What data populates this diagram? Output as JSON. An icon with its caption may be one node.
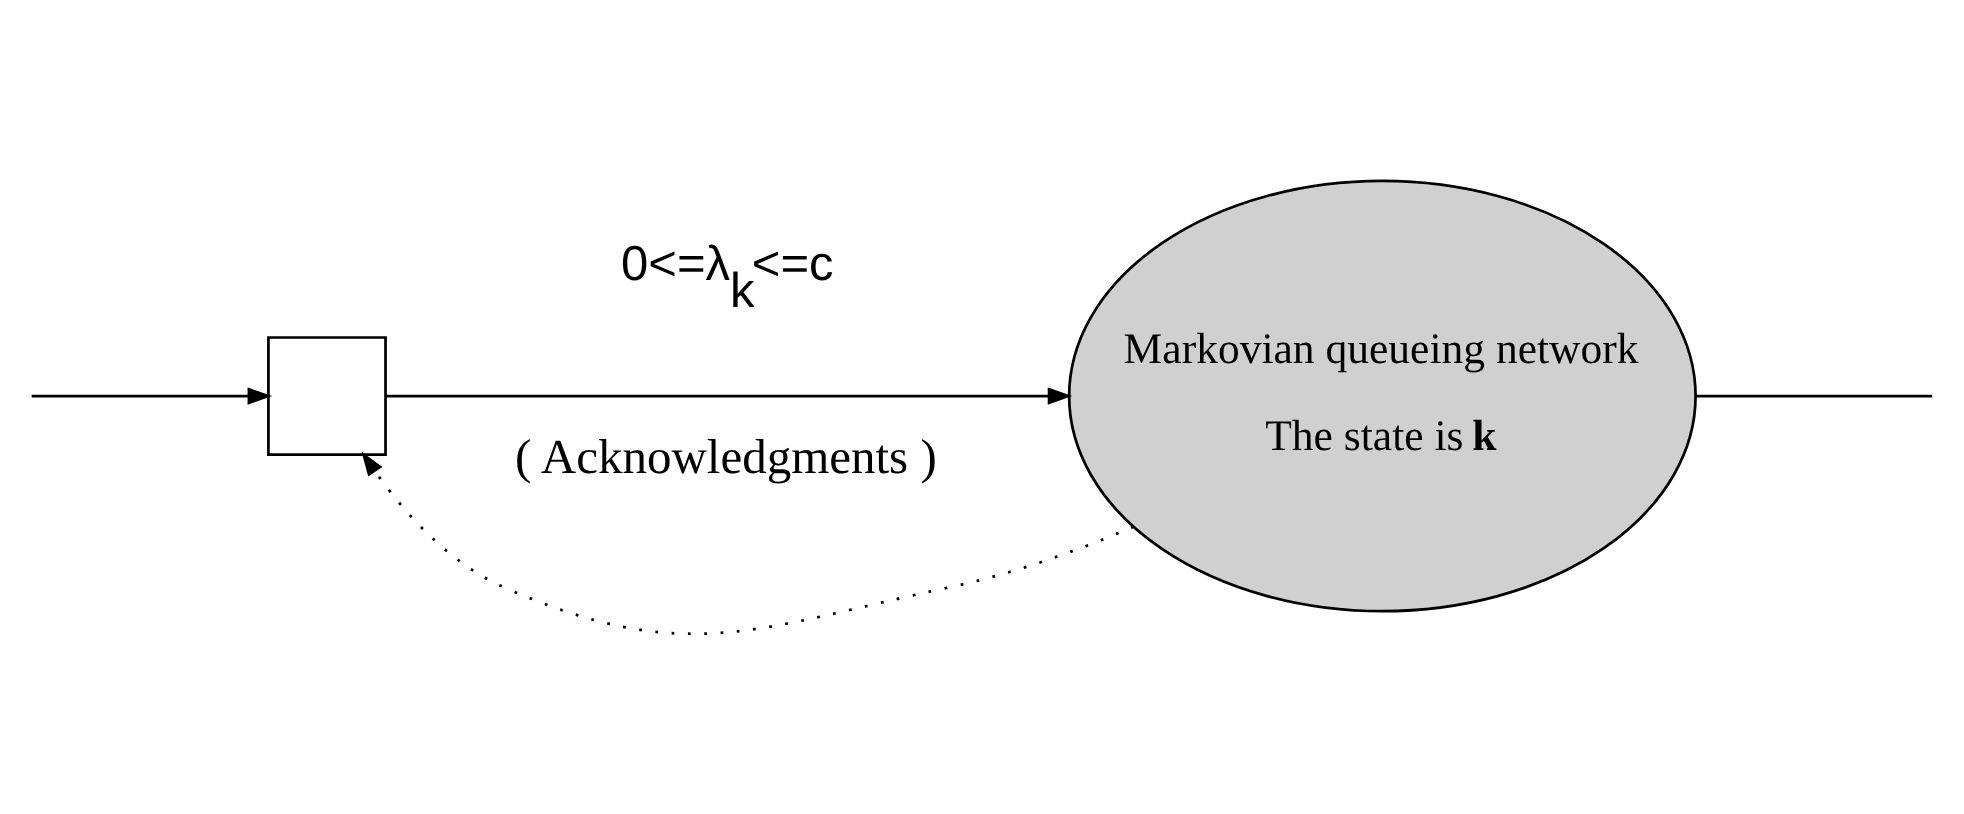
{
  "diagram": {
    "nodes": [
      {
        "text": [],
        "shape": "box"
      },
      {
        "text": [
          "Markovian queueing network",
          "The state is **k**"
        ]
      }
    ],
    "edges": [
      {
        "from": null,
        "to": 0,
        "arrow": "to"
      },
      {
        "from": 0,
        "to": 1,
        "arrow": "to",
        "label": "0<=λ$_{k}$<=c"
      },
      {
        "from": 1,
        "to": null,
        "arrow": "none"
      },
      {
        "from": 1,
        "to": 0,
        "arrow": "to",
        "style": "dashed",
        "label": "( Acknowledgments )"
      }
    ]
  }
}
